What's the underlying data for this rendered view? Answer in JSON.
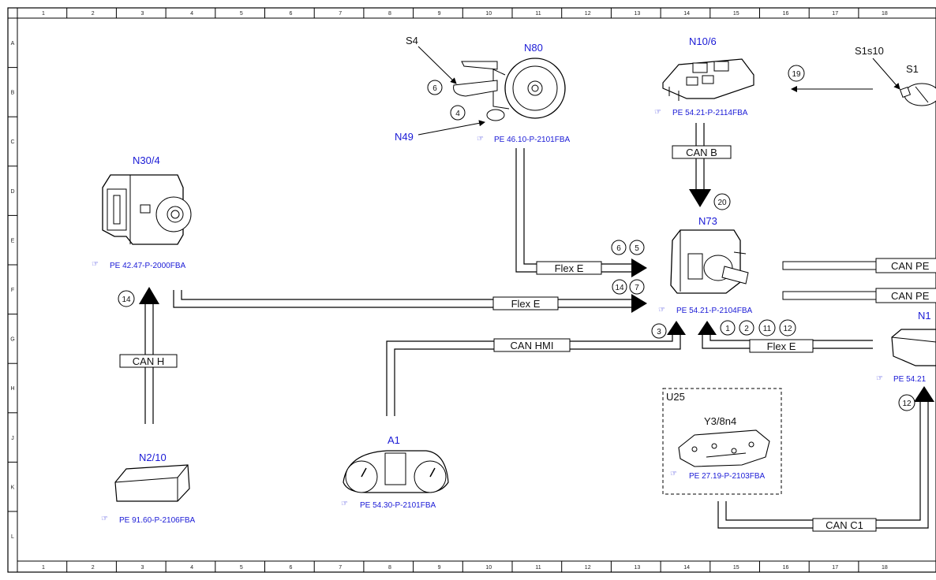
{
  "colors": {
    "component_label": "#1a1ad6",
    "reference": "#1a1ad6",
    "line": "#000000"
  },
  "ruler": {
    "columns": [
      "1",
      "2",
      "3",
      "4",
      "5",
      "6",
      "7",
      "8",
      "9",
      "10",
      "11",
      "12",
      "13",
      "14",
      "15",
      "16",
      "17",
      "18"
    ],
    "rows": [
      "A",
      "B",
      "C",
      "D",
      "E",
      "F",
      "G",
      "H",
      "J",
      "K",
      "L"
    ]
  },
  "components": {
    "n80": {
      "label": "N80",
      "ref": "PE 46.10-P-2101FBA"
    },
    "s4": {
      "label": "S4"
    },
    "n49": {
      "label": "N49"
    },
    "n10_6": {
      "label": "N10/6",
      "ref": "PE 54.21-P-2114FBA"
    },
    "s1s10": {
      "label": "S1s10"
    },
    "s1": {
      "label": "S1"
    },
    "n30_4": {
      "label": "N30/4",
      "ref": "PE 42.47-P-2000FBA"
    },
    "n73": {
      "label": "N73",
      "ref": "PE 54.21-P-2104FBA"
    },
    "n2_10": {
      "label": "N2/10",
      "ref": "PE 91.60-P-2106FBA"
    },
    "a1": {
      "label": "A1",
      "ref": "PE 54.30-P-2101FBA"
    },
    "u25": {
      "label": "U25"
    },
    "y3_8n4": {
      "label": "Y3/8n4",
      "ref": "PE 27.19-P-2103FBA"
    },
    "n1_partial": {
      "label": "N1",
      "ref": "PE 54.21"
    }
  },
  "buses": {
    "can_b": "CAN B",
    "flex_e_1": "Flex E",
    "flex_e_2": "Flex E",
    "flex_e_3": "Flex E",
    "can_hmi": "CAN HMI",
    "can_h": "CAN H",
    "can_c1": "CAN C1",
    "can_pe_1": "CAN PE",
    "can_pe_2": "CAN PE"
  },
  "markers": {
    "m6_s4": "6",
    "m4_n49": "4",
    "m19": "19",
    "m20": "20",
    "m6": "6",
    "m5": "5",
    "m14_n73": "14",
    "m7": "7",
    "m14_n30": "14",
    "m3": "3",
    "m1": "1",
    "m2": "2",
    "m11": "11",
    "m12_top": "12",
    "m12": "12"
  }
}
